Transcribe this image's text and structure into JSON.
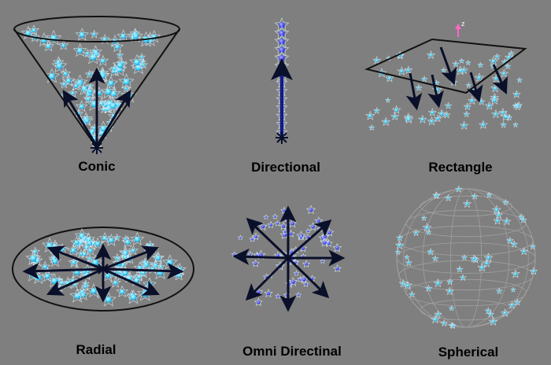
{
  "colors": {
    "background": "#7f7f7f",
    "outline": "#111111",
    "arrow": "#0a0f2a",
    "particle_cyan": "#4fd8ff",
    "particle_blue": "#4b4bff",
    "particle_outline": "#d9f6ff",
    "axis_pink": "#ff66cc",
    "sphere_grid": "#a9a9a9"
  },
  "panels": [
    {
      "id": "conic",
      "label": "Conic",
      "icon": "cone-emitter-icon"
    },
    {
      "id": "directional",
      "label": "Directional",
      "icon": "directional-emitter-icon"
    },
    {
      "id": "rectangle",
      "label": "Rectangle",
      "icon": "rectangle-emitter-icon"
    },
    {
      "id": "radial",
      "label": "Radial",
      "icon": "radial-emitter-icon"
    },
    {
      "id": "omni",
      "label": "Omni Directinal",
      "icon": "omni-emitter-icon"
    },
    {
      "id": "spherical",
      "label": "Spherical",
      "icon": "spherical-emitter-icon"
    }
  ],
  "rectangle_axis_label": "z"
}
